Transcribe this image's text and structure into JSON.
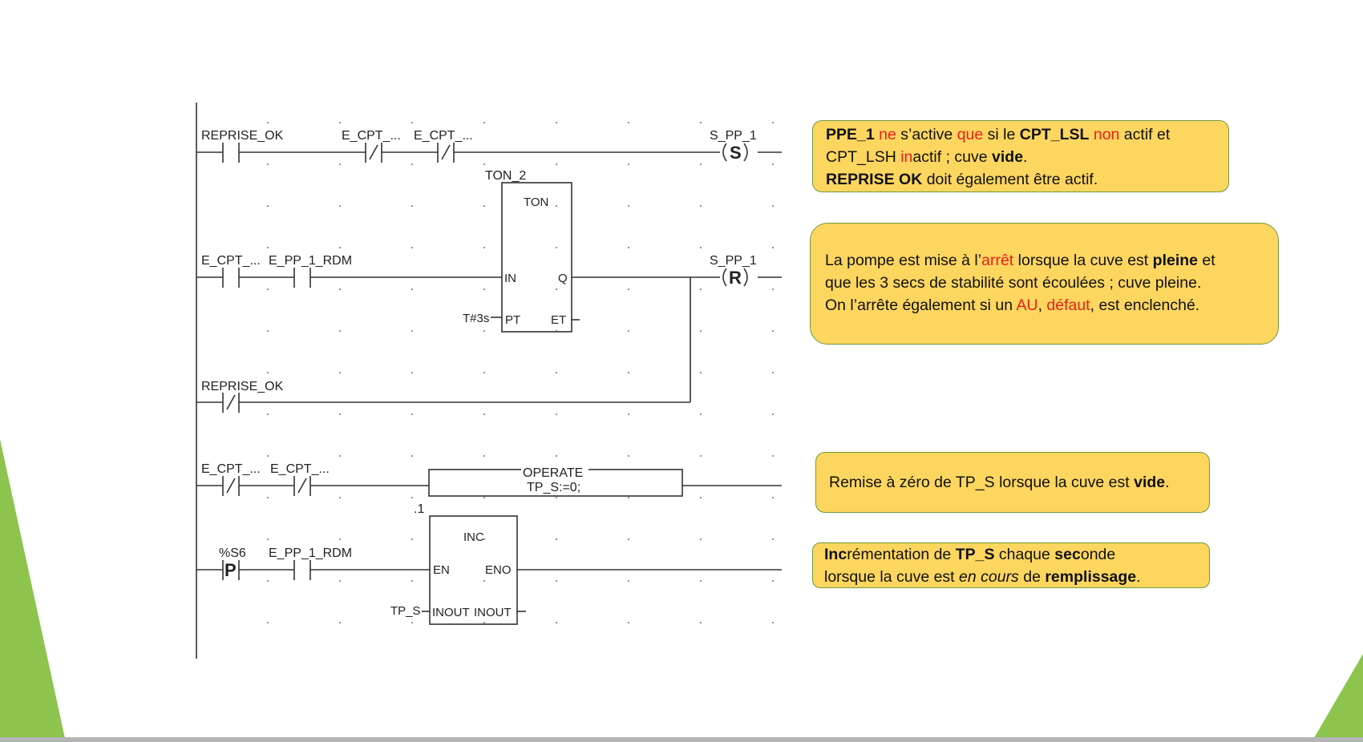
{
  "colors": {
    "note_fill": "#fdd660",
    "note_border": "#6d9a3c",
    "highlight_red": "#e8211c",
    "accent_green": "#8cc44e"
  },
  "ladder": {
    "rung1": {
      "contact1": "REPRISE_OK",
      "contact2": "E_CPT_...",
      "contact3": "E_CPT_...",
      "coil_name": "S_PP_1",
      "coil_type": "S"
    },
    "ton_block": {
      "instance": "TON_2",
      "type": "TON",
      "pin_in": "IN",
      "pin_q": "Q",
      "pin_pt": "PT",
      "pin_et": "ET",
      "preset": "T#3s"
    },
    "rung2": {
      "contact1": "E_CPT_...",
      "contact2": "E_PP_1_RDM",
      "coil_name": "S_PP_1",
      "coil_type": "R"
    },
    "rung3": {
      "contact1": "REPRISE_OK"
    },
    "rung4": {
      "contact1": "E_CPT_...",
      "contact2": "E_CPT_...",
      "operate_title": "OPERATE",
      "operate_expr": "TP_S:=0;"
    },
    "rung5": {
      "period_label": ".1",
      "contact1": "%S6",
      "contact1_type": "P",
      "contact2": "E_PP_1_RDM",
      "inc_type": "INC",
      "pin_en": "EN",
      "pin_eno": "ENO",
      "pin_inout_in": "INOUT",
      "pin_inout_out": "INOUT",
      "inout_var": "TP_S"
    }
  },
  "notes": {
    "n1": {
      "p1": "PPE_1",
      "p2": " ne",
      "p3": " s’active ",
      "p4": "que",
      "p5": " si le ",
      "p6": "CPT_LSL",
      "p7": " non",
      "p8": " actif et",
      "p9": "CPT_LSH ",
      "p10": "in",
      "p11": "actif ; cuve ",
      "p12": "vide",
      "p13": ".",
      "p14": "REPRISE  OK",
      "p15": " doit également être actif."
    },
    "n2": {
      "p1": "La pompe est mise à l’",
      "p2": "arrêt",
      "p3": " lorsque la cuve est ",
      "p4": "pleine",
      "p5": " et",
      "p6": "que les 3 secs de stabilité sont écoulées ; cuve pleine.",
      "p7": "On l’arrête également si un ",
      "p8": "AU",
      "p9": ", ",
      "p10": "défaut",
      "p11": ", est enclenché."
    },
    "n3": {
      "p1": "Remise à zéro de TP_S lorsque la cuve est ",
      "p2": "vide",
      "p3": "."
    },
    "n4": {
      "p1": "Inc",
      "p2": "rémentation de ",
      "p3": "TP_S",
      "p4": " chaque ",
      "p5": "sec",
      "p6": "onde",
      "p7": "lorsque la cuve est ",
      "p8": "en cours",
      "p9": " de ",
      "p10": "remplissage",
      "p11": "."
    }
  }
}
